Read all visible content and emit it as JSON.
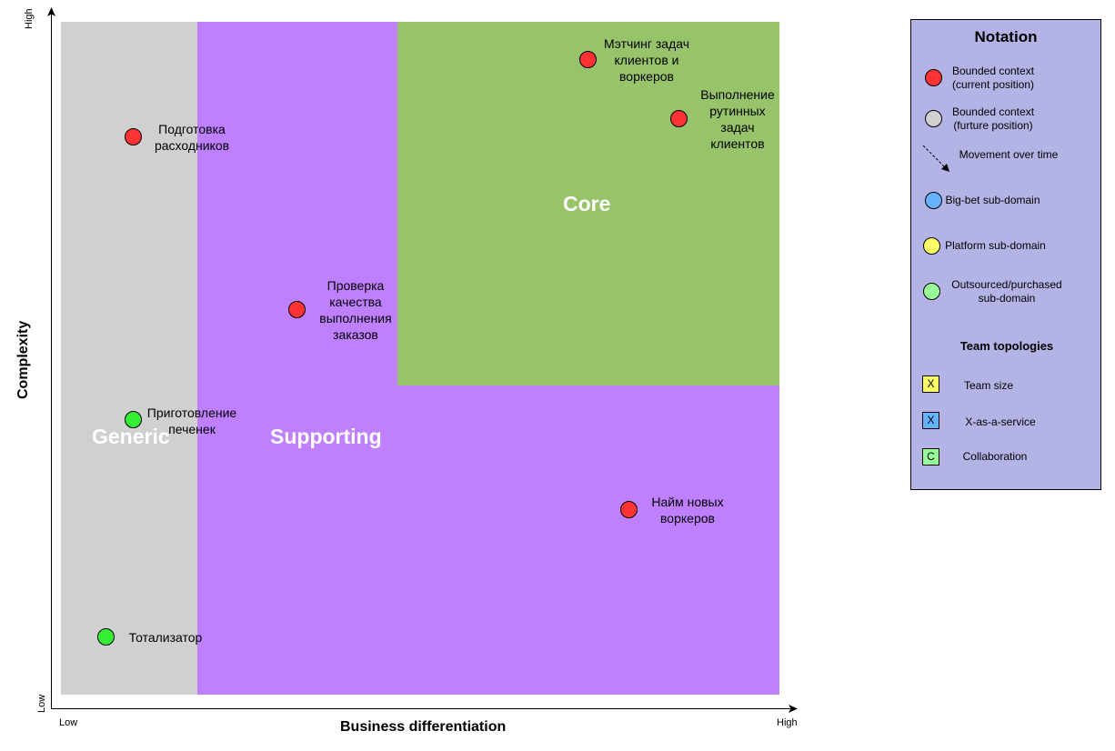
{
  "regions": {
    "generic": {
      "label": "Generic",
      "color": "#d0d0d0"
    },
    "supporting": {
      "label": "Supporting",
      "color": "#bf80ff"
    },
    "core": {
      "label": "Core",
      "color": "#97c36b"
    }
  },
  "axes": {
    "x_title": "Business differentiation",
    "y_title": "Complexity",
    "x_low": "Low",
    "x_high": "High",
    "y_low": "Low",
    "y_high": "High"
  },
  "contexts": [
    {
      "label": "Подготовка\nрасходников",
      "type": "bounded-current",
      "color": "#ff3333"
    },
    {
      "label": "Проверка\nкачества\nвыполнения\nзаказов",
      "type": "bounded-current",
      "color": "#ff3333"
    },
    {
      "label": "Мэтчинг задач\nклиентов и\nворкеров",
      "type": "bounded-current",
      "color": "#ff3333"
    },
    {
      "label": "Выполнение\nрутинных\nзадач\nклиентов",
      "type": "bounded-current",
      "color": "#ff3333"
    },
    {
      "label": "Приготовление\nпеченек",
      "type": "outsourced",
      "color": "#33ee33"
    },
    {
      "label": "Найм новых\nворкеров",
      "type": "bounded-current",
      "color": "#ff3333"
    },
    {
      "label": "Тотализатор",
      "type": "outsourced",
      "color": "#33ee33"
    }
  ],
  "legend": {
    "title": "Notation",
    "items": [
      {
        "label": "Bounded context\n(current position)",
        "icon": "red-circle-icon",
        "color": "#ff3333"
      },
      {
        "label": "Bounded context\n(furture position)",
        "icon": "gray-circle-icon",
        "color": "#d0d0d0"
      },
      {
        "label": "Movement over time",
        "icon": "dashed-arrow-icon"
      },
      {
        "label": "Big-bet sub-domain",
        "icon": "blue-circle-icon",
        "color": "#66b2ff"
      },
      {
        "label": "Platform sub-domain",
        "icon": "yellow-circle-icon",
        "color": "#ffff66"
      },
      {
        "label": "Outsourced/purchased\nsub-domain",
        "icon": "green-circle-icon",
        "color": "#99ff99"
      }
    ],
    "team_title": "Team topologies",
    "team_items": [
      {
        "symbol": "X",
        "label": "Team size",
        "color": "#ffff66"
      },
      {
        "symbol": "X",
        "label": "X-as-a-service",
        "color": "#66b2ff"
      },
      {
        "symbol": "C",
        "label": "Collaboration",
        "color": "#99ff99"
      }
    ]
  }
}
